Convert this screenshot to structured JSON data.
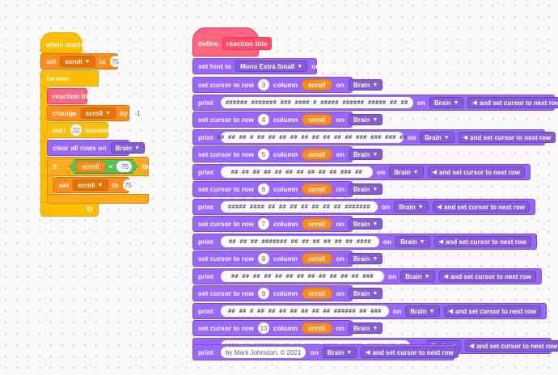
{
  "script1": {
    "when_started": "when started",
    "set_label": "set",
    "set_var": "scroll",
    "to_label": "to",
    "set_value": "75",
    "forever_label": "forever",
    "call_label": "reaction title",
    "change_label": "change",
    "change_var": "scroll",
    "by_label": "by",
    "change_value": "-1",
    "wait_label": "wait",
    "wait_value": ".02",
    "seconds_label": "seconds",
    "clear_label": "clear all rows on",
    "clear_target": "Brain",
    "if_label": "if",
    "if_var": "scroll",
    "if_op": "<",
    "if_value": "-75",
    "then_label": "then",
    "inner_set_label": "set",
    "inner_set_var": "scroll",
    "inner_to_label": "to",
    "inner_set_value": "75"
  },
  "script2": {
    "define_label": "define",
    "define_name": "reaction title",
    "font_label": "set font to",
    "font_value": "Mono Extra Small",
    "on_label": "on",
    "brain": "Brain",
    "cursor_label": "set cursor to row",
    "column_label": "column",
    "column_var": "scroll",
    "print_label": "print",
    "next_row_label": "and set cursor to next row",
    "rows": [
      {
        "row": "3",
        "text": "######  #######   ###    ####   # #####  ######  #####  ##  ##"
      },
      {
        "row": "4",
        "text": "##  ##  ##    #  ## ##  ## ##  ## ## ## ##   ##  ### ### ###  ##"
      },
      {
        "row": "5",
        "text": "##  ##  ##     ##  ##  ##       ##     ##  ##  ## ### ##"
      },
      {
        "row": "6",
        "text": "#####   ####   ##  ##  ##       ##     ##  ##  ##  #######"
      },
      {
        "row": "7",
        "text": "## ##   ##     ####### ##       ##     ##  ##  ## ## ####"
      },
      {
        "row": "8",
        "text": "##  ##  ##     ##  ##  ##  ##   ##     ##  ##  ## ##  ###"
      },
      {
        "row": "9",
        "text": "##  ##  # ## ##  ##  ##  ##   ##  ##  ######  ##  ###"
      },
      {
        "row": "10",
        "text": "#### ## #######  ##  ##   ####    ####   ######  #####  ##  ##"
      }
    ],
    "credit": "by Mark Johnston, © 2021"
  }
}
